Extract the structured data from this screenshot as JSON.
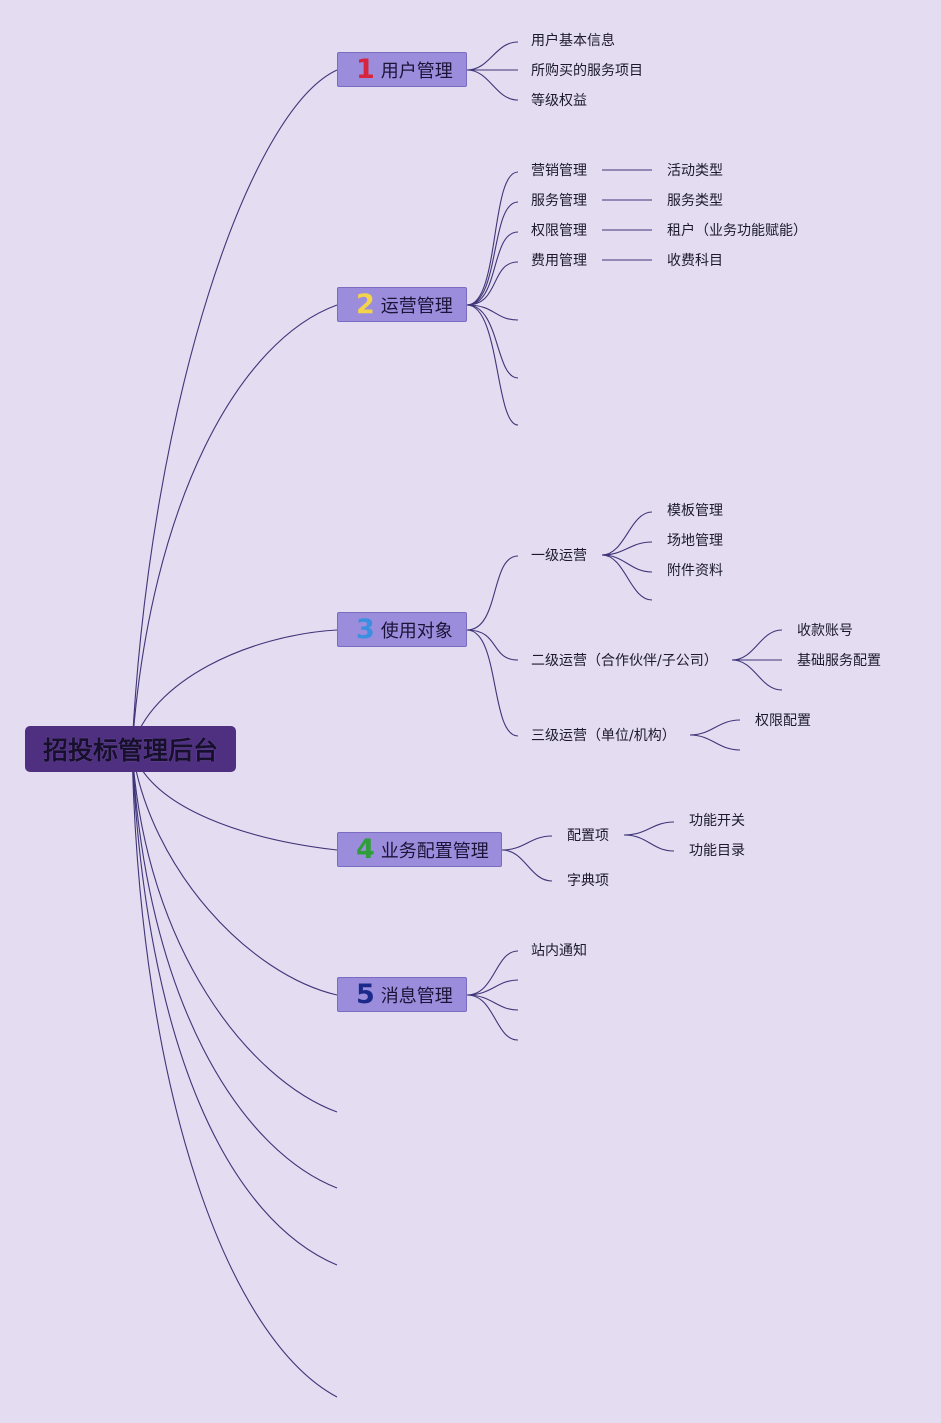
{
  "root": {
    "label": "招投标管理后台"
  },
  "branches": [
    {
      "num": "1",
      "label": "用户管理",
      "num_color": "#d8243c"
    },
    {
      "num": "2",
      "label": "运营管理",
      "num_color": "#f2d34a"
    },
    {
      "num": "3",
      "label": "使用对象",
      "num_color": "#3a8fe0"
    },
    {
      "num": "4",
      "label": "业务配置管理",
      "num_color": "#2f9e3a"
    },
    {
      "num": "5",
      "label": "消息管理",
      "num_color": "#1b2a8a"
    }
  ],
  "user_mgmt": {
    "items": [
      "用户基本信息",
      "所购买的服务项目",
      "等级权益"
    ]
  },
  "ops_mgmt": {
    "items": [
      {
        "label": "营销管理",
        "child": "活动类型"
      },
      {
        "label": "服务管理",
        "child": "服务类型"
      },
      {
        "label": "权限管理",
        "child": "租户（业务功能赋能）"
      },
      {
        "label": "费用管理",
        "child": "收费科目"
      }
    ]
  },
  "targets": {
    "level1": {
      "label": "一级运营",
      "children": [
        "模板管理",
        "场地管理",
        "附件资料"
      ]
    },
    "level2": {
      "label": "二级运营（合作伙伴/子公司）",
      "children": [
        "收款账号",
        "基础服务配置"
      ]
    },
    "level3": {
      "label": "三级运营（单位/机构）",
      "children": [
        "权限配置"
      ]
    }
  },
  "biz_config": {
    "config_item": {
      "label": "配置项",
      "children": [
        "功能开关",
        "功能目录"
      ]
    },
    "dict_item": {
      "label": "字典项"
    }
  },
  "messages": {
    "items": [
      "站内通知"
    ]
  },
  "colors": {
    "background": "#e4dcf0",
    "root_fill": "#4f2f80",
    "branch_fill": "#9b8ddb",
    "line": "#3f3578"
  }
}
